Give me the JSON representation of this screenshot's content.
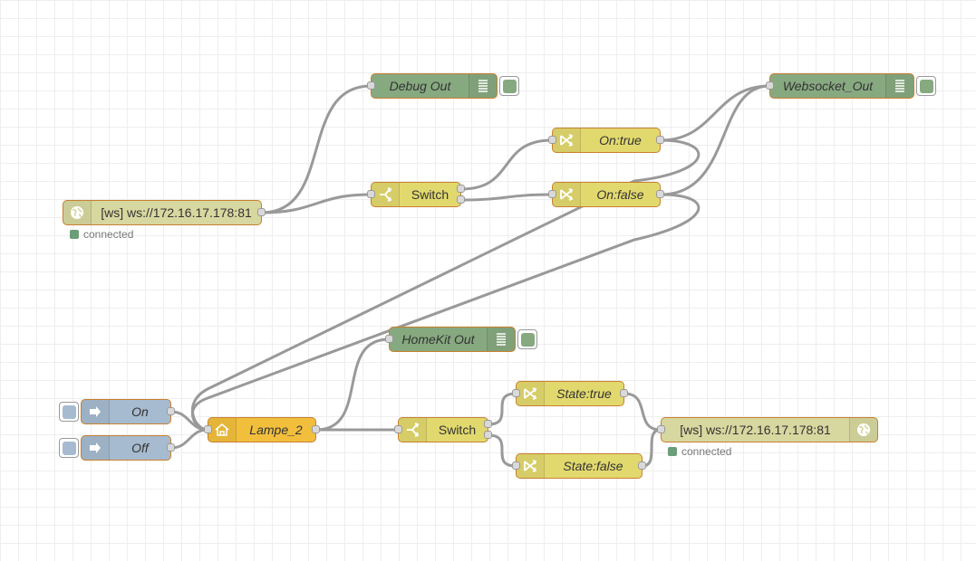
{
  "nodes": {
    "ws_in": {
      "label": "[ws] ws://172.16.17.178:81",
      "icon": "globe-icon",
      "status": "connected"
    },
    "debug_out": {
      "label": "Debug Out",
      "icon": "list-icon"
    },
    "switch_top": {
      "label": "Switch",
      "icon": "switch-icon"
    },
    "on_true": {
      "label": "On:true",
      "icon": "shuffle-icon"
    },
    "on_false": {
      "label": "On:false",
      "icon": "shuffle-icon"
    },
    "websocket_out": {
      "label": "Websocket_Out",
      "icon": "list-icon"
    },
    "homekit_out": {
      "label": "HomeKit Out",
      "icon": "list-icon"
    },
    "inject_on": {
      "label": "On",
      "icon": "arrow-right-icon"
    },
    "inject_off": {
      "label": "Off",
      "icon": "arrow-right-icon"
    },
    "lampe": {
      "label": "Lampe_2",
      "icon": "home-icon"
    },
    "switch_bottom": {
      "label": "Switch",
      "icon": "switch-icon"
    },
    "state_true": {
      "label": "State:true",
      "icon": "shuffle-icon"
    },
    "state_false": {
      "label": "State:false",
      "icon": "shuffle-icon"
    },
    "ws_out": {
      "label": "[ws] ws://172.16.17.178:81",
      "icon": "globe-icon",
      "status": "connected"
    }
  },
  "colors": {
    "function_node": "#e2d96e",
    "debug_node": "#87a980",
    "websocket_node": "#d7d7a0",
    "homekit_node": "#f2bf3d",
    "inject_node": "#a6bbcf",
    "node_border": "#c9802f",
    "wire": "#999999",
    "status_connected": "#6b9e77"
  }
}
